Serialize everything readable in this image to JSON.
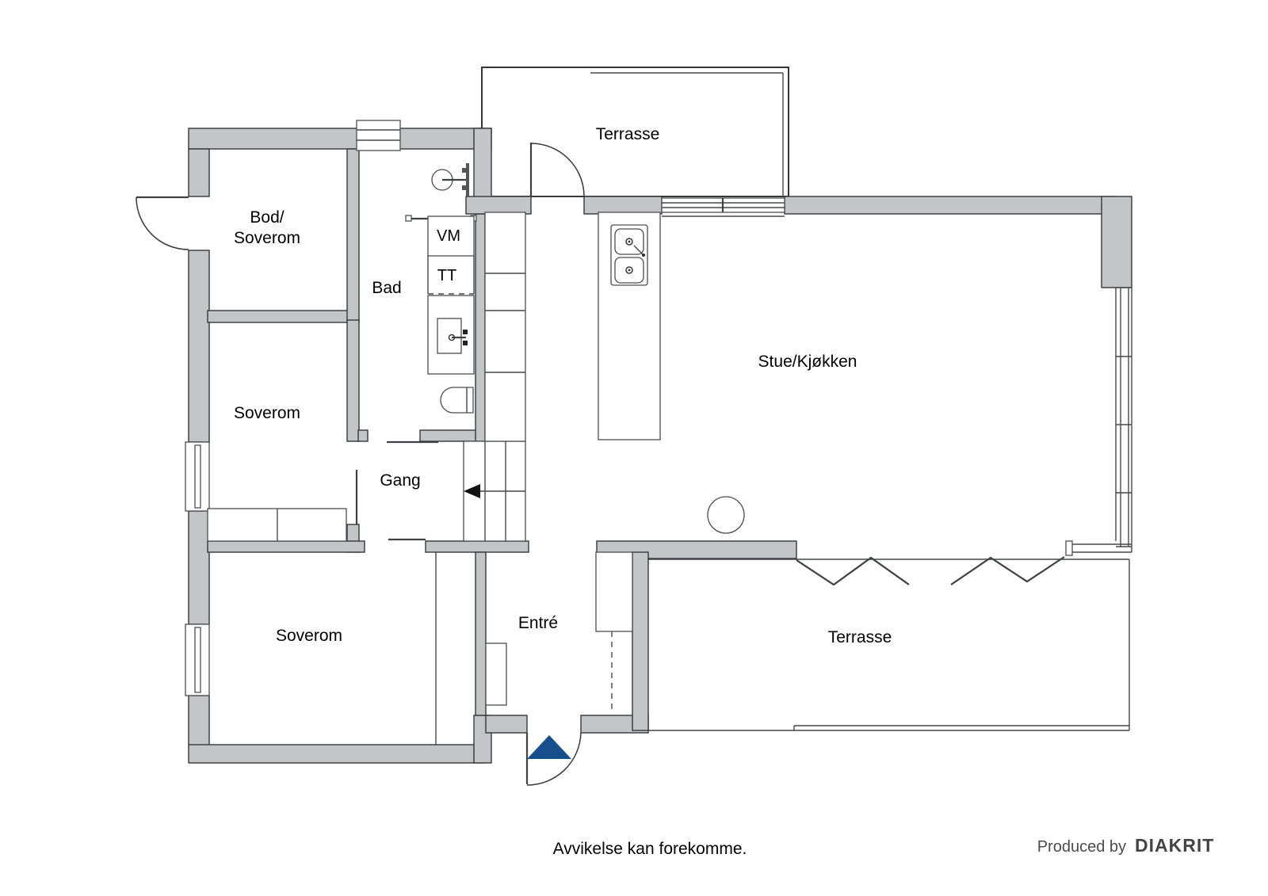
{
  "colors": {
    "wall_fill": "#c3c6c8",
    "line": "#45494c",
    "entry_arrow": "#174f8c",
    "brand_text": "#474247"
  },
  "rooms": {
    "terrasse_top": "Terrasse",
    "bod_soverom_line1": "Bod/",
    "bod_soverom_line2": "Soverom",
    "bad": "Bad",
    "soverom_upper": "Soverom",
    "gang": "Gang",
    "stue_kjokken": "Stue/Kjøkken",
    "soverom_lower": "Soverom",
    "entre": "Entré",
    "terrasse_bottom": "Terrasse"
  },
  "appliances": {
    "washing_machine": "VM",
    "tumble_dryer": "TT"
  },
  "footer": {
    "disclaimer": "Avvikelse kan forekomme.",
    "produced_by": "Produced by",
    "brand": "DIAKRIT"
  }
}
